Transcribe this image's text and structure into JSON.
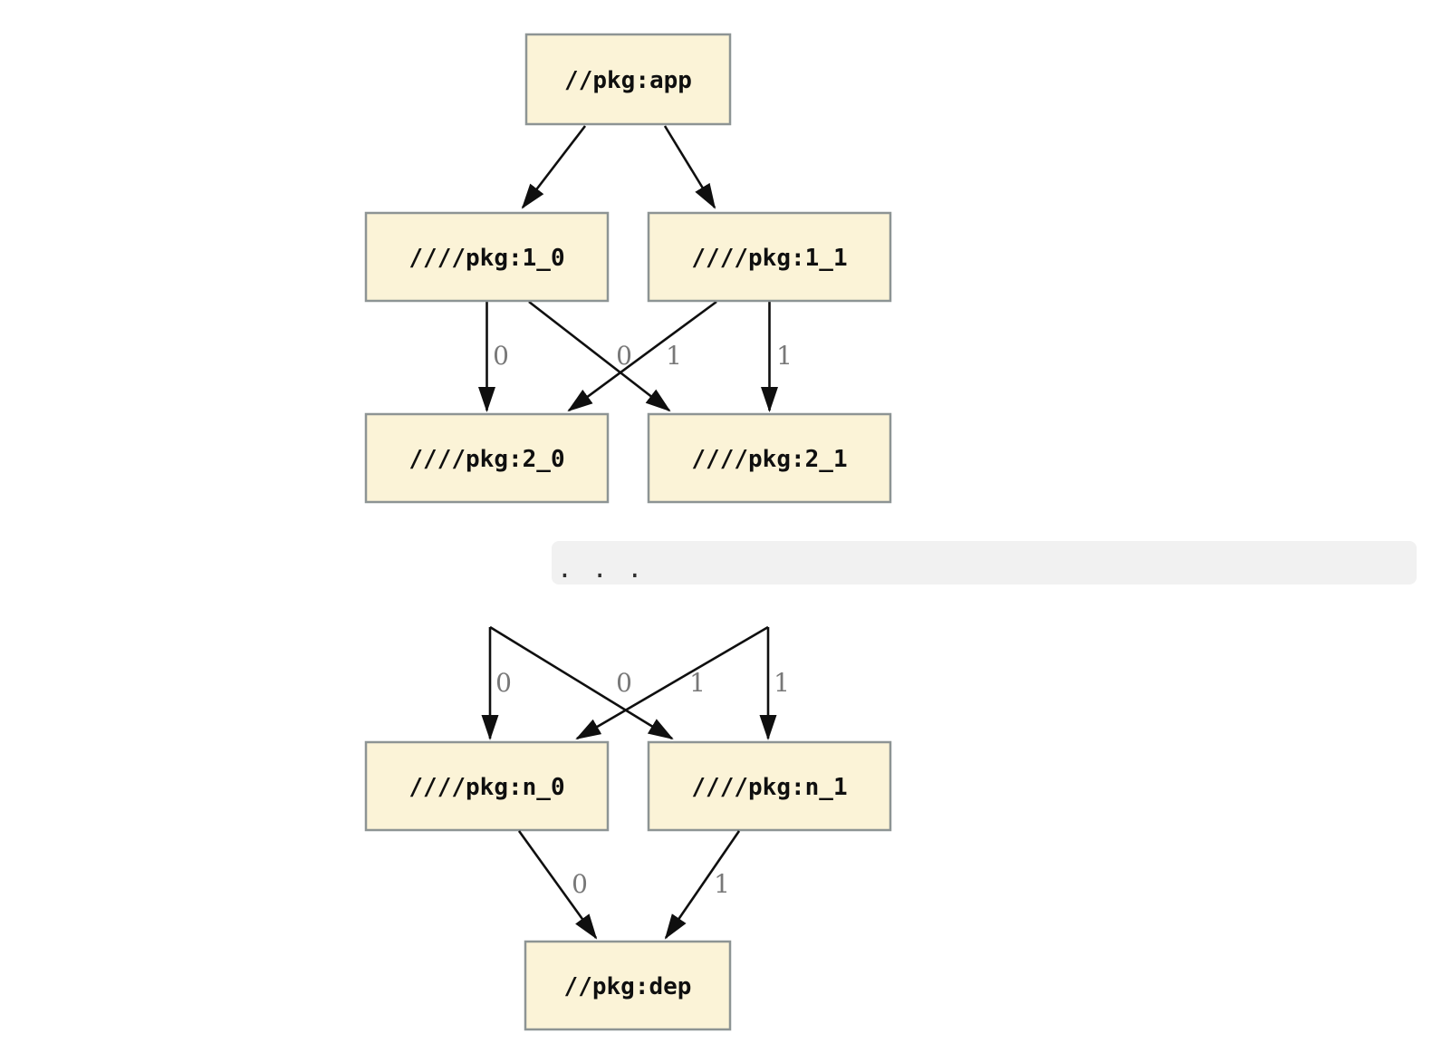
{
  "diagram": {
    "type": "dependency-graph",
    "description": "Build target dependency graph from //pkg:app through generated layers down to //pkg:dep",
    "nodes": [
      {
        "id": "app",
        "label": "//pkg:app"
      },
      {
        "id": "1_0",
        "label": "////pkg:1_0"
      },
      {
        "id": "1_1",
        "label": "////pkg:1_1"
      },
      {
        "id": "2_0",
        "label": "////pkg:2_0"
      },
      {
        "id": "2_1",
        "label": "////pkg:2_1"
      },
      {
        "id": "n_0",
        "label": "////pkg:n_0"
      },
      {
        "id": "n_1",
        "label": "////pkg:n_1"
      },
      {
        "id": "dep",
        "label": "//pkg:dep"
      }
    ],
    "edges": [
      {
        "from": "app",
        "to": "1_0",
        "label": ""
      },
      {
        "from": "app",
        "to": "1_1",
        "label": ""
      },
      {
        "from": "1_0",
        "to": "2_0",
        "label": "0"
      },
      {
        "from": "1_1",
        "to": "2_0",
        "label": "0"
      },
      {
        "from": "1_0",
        "to": "2_1",
        "label": "1"
      },
      {
        "from": "1_1",
        "to": "2_1",
        "label": "1"
      },
      {
        "from": "n-1_0",
        "to": "n_0",
        "label": "0"
      },
      {
        "from": "n-1_1",
        "to": "n_0",
        "label": "0"
      },
      {
        "from": "n-1_0",
        "to": "n_1",
        "label": "1"
      },
      {
        "from": "n-1_1",
        "to": "n_1",
        "label": "1"
      },
      {
        "from": "n_0",
        "to": "dep",
        "label": "0"
      },
      {
        "from": "n_1",
        "to": "dep",
        "label": "1"
      }
    ],
    "continuation": {
      "text": ". . ."
    },
    "colors": {
      "page_bg": "#ffffff",
      "node_fill": "#fbf3d7",
      "node_border": "#8d9494",
      "node_text": "#0f0f0f",
      "edge_color": "#0f0f0f",
      "edge_label_color": "#787878",
      "band_bg": "#f1f1f1",
      "ellipsis_color": "#2f2f2f"
    }
  }
}
